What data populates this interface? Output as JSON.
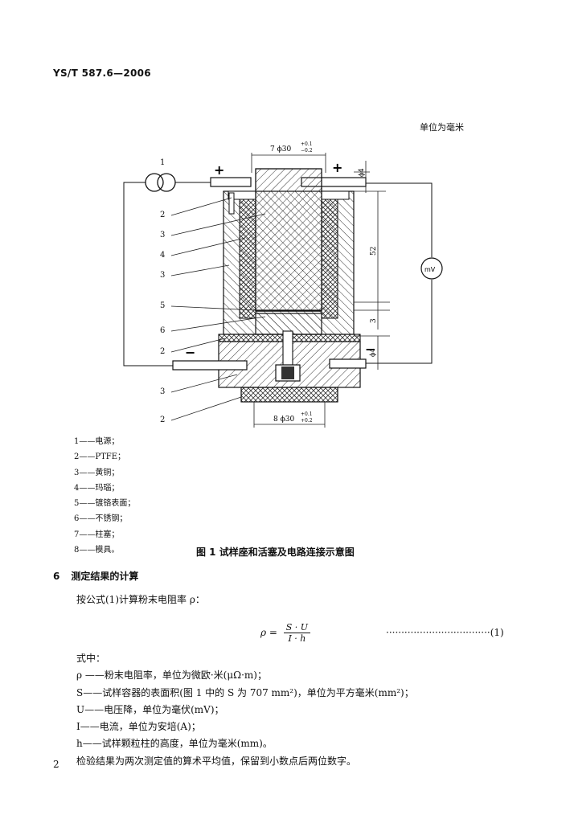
{
  "header": {
    "standard_no": "YS/T 587.6—2006"
  },
  "figure": {
    "unit_note": "单位为毫米",
    "dimensions": {
      "top_dim": "7  ϕ30 ",
      "top_tol_upper": "+0.1",
      "top_tol_lower": "−0.2",
      "bottom_dim": "8  ϕ30 ",
      "bottom_tol_upper": "+0.1",
      "bottom_tol_lower": "+0.2",
      "dim_52": "52",
      "dim_3": "3",
      "dim_phi4_top": "ϕ4",
      "dim_phi4_bottom": "ϕ4"
    },
    "symbols": {
      "plus_left": "+",
      "plus_right": "+",
      "minus_left": "−",
      "minus_right": "−",
      "meter": "mV"
    },
    "callouts": [
      "1",
      "2",
      "3",
      "4",
      "3",
      "5",
      "6",
      "2",
      "3",
      "2"
    ],
    "legend": [
      "1——电源；",
      "2——PTFE；",
      "3——黄铜；",
      "4——玛瑙；",
      "5——镀铬表面；",
      "6——不锈钢；",
      "7——柱塞；",
      "8——模具。"
    ],
    "caption": "图 1   试样座和活塞及电路连接示意图"
  },
  "section": {
    "number": "6",
    "title": "测定结果的计算",
    "intro": "按公式(1)计算粉末电阻率 ρ：",
    "formula": {
      "lhs": "ρ = ",
      "numerator": "S · U",
      "denominator": "I · h",
      "eq_no": "··································(1)"
    },
    "where": "式中：",
    "definitions": [
      "ρ ——粉末电阻率，单位为微欧·米(μΩ·m)；",
      "S——试样容器的表面积(图 1 中的 S 为 707 mm²)，单位为平方毫米(mm²)；",
      "U——电压降，单位为毫伏(mV)；",
      "I——电流，单位为安培(A)；",
      "h——试样颗粒柱的高度，单位为毫米(mm)。",
      "检验结果为两次测定值的算术平均值，保留到小数点后两位数字。"
    ]
  },
  "page_number": "2"
}
